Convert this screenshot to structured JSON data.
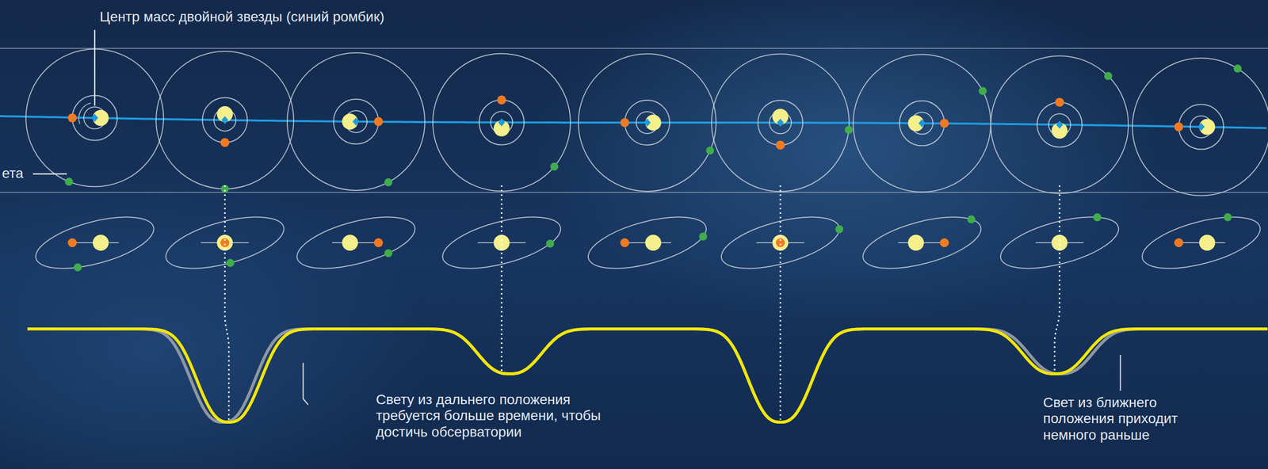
{
  "diagram": {
    "labels": [
      "Центр масс двойной звезды (синий ромбик)",
      "ета",
      "Свету из дальнего положения требуется больше времени, чтобы достичь обсерватории",
      "Свет из ближнего положения приходит немного раньше"
    ]
  }
}
